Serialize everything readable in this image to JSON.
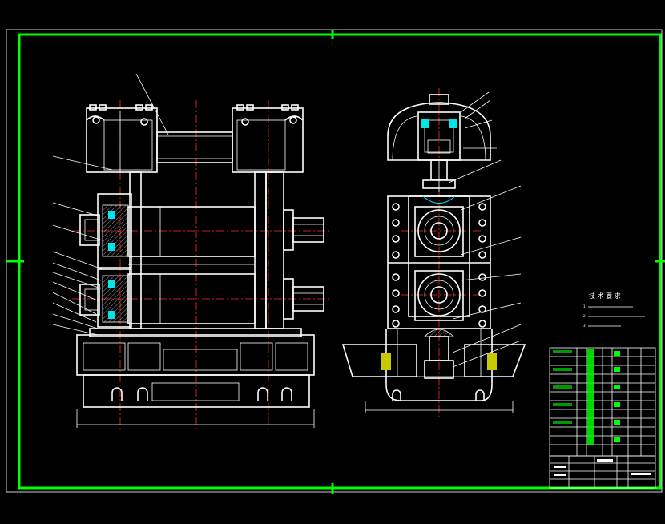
{
  "drawing": {
    "title": "Rolling mill stand assembly",
    "border_color": "#00ff00",
    "line_color": "#ffffff",
    "centerline_color": "#ff2a2a",
    "accent_cyan": "#00e5e5",
    "accent_yellow": "#ffff00",
    "background": "#000000"
  },
  "tech_requirements": {
    "heading": "技 术 要 求",
    "lines": [
      "1.",
      "2.",
      "3."
    ]
  }
}
